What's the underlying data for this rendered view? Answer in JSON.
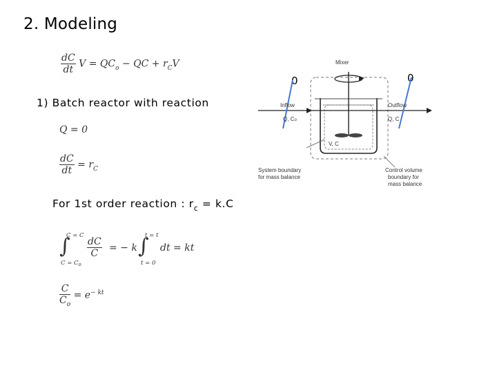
{
  "slide": {
    "title": "2. Modeling",
    "batch_heading": "1) Batch reactor with reaction",
    "first_order_prefix": "For 1st order reaction : r",
    "first_order_sub": "c",
    "first_order_suffix": " = k.C",
    "zero_left": "0",
    "zero_right": "0"
  },
  "equations": {
    "mass_balance": {
      "num": "dC",
      "den": "dt",
      "rhs": "V = QC",
      "sub_o": "o",
      "mid": " − QC + r",
      "sub_c": "C",
      "tail": "V"
    },
    "q_zero": "Q = 0",
    "batch": {
      "num": "dC",
      "den": "dt",
      "rhs": "= r",
      "sub": "C"
    },
    "integral": {
      "upper1": "C = C",
      "lower1": "C = C",
      "lower1_sub": "o",
      "num": "dC",
      "den": "C",
      "mid": "= − k",
      "upper2": "t = t",
      "lower2": "t = 0",
      "tail": "dt = kt"
    },
    "solution": {
      "num": "C",
      "den": "C",
      "den_sub": "o",
      "rhs": "= e",
      "exp": "− kt"
    }
  },
  "diagram": {
    "mixer": "Mixer",
    "inflow": "Inflow",
    "inflow_vars": "Q, C",
    "inflow_vars_sub": "o",
    "outflow": "Outflow",
    "outflow_vars": "Q, C",
    "tank_vars": "V, C",
    "system_boundary": [
      "System boundary",
      "for mass balance"
    ],
    "control_volume": [
      "Control volume",
      "boundary for",
      "mass balance"
    ],
    "accent_color": "#4a79c9"
  }
}
